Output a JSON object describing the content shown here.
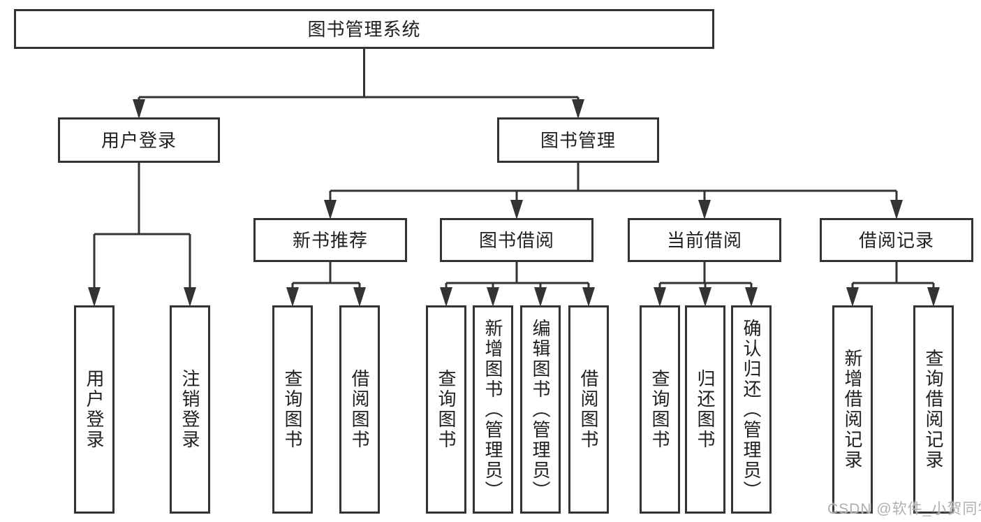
{
  "tree": {
    "label": "图书管理系统",
    "children": [
      {
        "label": "用户登录",
        "children": [
          {
            "label": "用户登录"
          },
          {
            "label": "注销登录"
          }
        ]
      },
      {
        "label": "图书管理",
        "children": [
          {
            "label": "新书推荐",
            "children": [
              {
                "label": "查询图书"
              },
              {
                "label": "借阅图书"
              }
            ]
          },
          {
            "label": "图书借阅",
            "children": [
              {
                "label": "查询图书"
              },
              {
                "label": "新增图书（管理员）"
              },
              {
                "label": "编辑图书（管理员）"
              },
              {
                "label": "借阅图书"
              }
            ]
          },
          {
            "label": "当前借阅",
            "children": [
              {
                "label": "查询图书"
              },
              {
                "label": "归还图书"
              },
              {
                "label": "确认归还（管理员）"
              }
            ]
          },
          {
            "label": "借阅记录",
            "children": [
              {
                "label": "新增借阅记录"
              },
              {
                "label": "查询借阅记录"
              }
            ]
          }
        ]
      }
    ]
  },
  "watermark": "CSDN @软件_小贺同学",
  "colors": {
    "line": "#333333",
    "box_border": "#333333",
    "text": "#1f1f1f",
    "watermark": "#b0b0b0",
    "background": "#ffffff"
  }
}
